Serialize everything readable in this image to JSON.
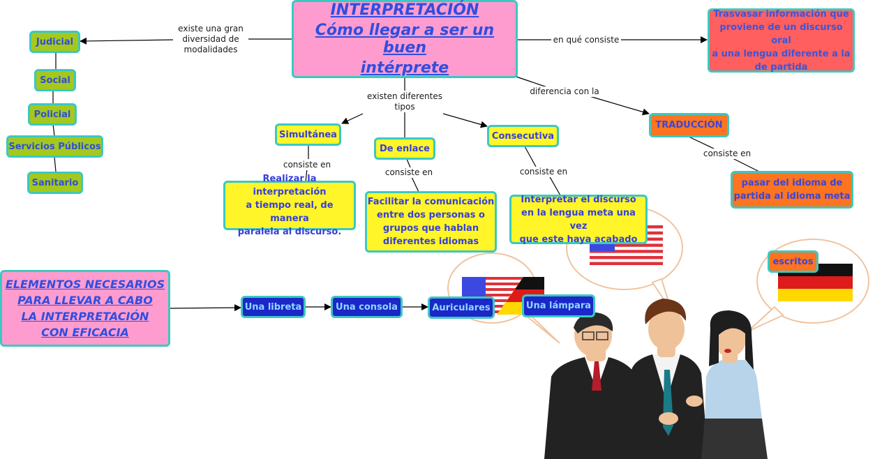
{
  "main_title": {
    "line1": "INTERPRETACIÓN",
    "line2": "Cómo llegar a ser un buen",
    "line3": "intérprete"
  },
  "elements_title": {
    "line1": "ELEMENTOS NECESARIOS",
    "line2": "PARA LLEVAR A CABO",
    "line3": "LA INTERPRETACIÓN",
    "line4": "CON EFICACIA"
  },
  "modalities": [
    "Judicial",
    "Social",
    "Policial",
    "Servicios Públicos",
    "Sanitario"
  ],
  "types": {
    "simultanea": "Simultánea",
    "enlace": "De enlace",
    "consecutiva": "Consecutiva"
  },
  "descriptions": {
    "simultanea": [
      "Realizar la interpretación",
      "a tiempo real, de manera",
      "paralela al discurso."
    ],
    "enlace": [
      "Facilitar la comunicación",
      "entre dos personas o",
      "grupos que hablan",
      "diferentes idiomas"
    ],
    "consecutiva": [
      "Interpretar el discurso",
      "en la lengua meta una vez",
      "que este haya acabado"
    ]
  },
  "definition": [
    "Trasvasar información que",
    "proviene de un discurso oral",
    "a una lengua diferente a la",
    "de partida"
  ],
  "traduccion": {
    "title": "TRADUCCIÓN",
    "desc": [
      "pasar del idioma de",
      "partida al idioma meta"
    ]
  },
  "elements": {
    "libreta": "Una libreta",
    "consola": "Una consola",
    "auriculares": "Auriculares",
    "lampara": "Una lámpara",
    "escritos": "escritos"
  },
  "edge_labels": {
    "diversidad": [
      "existe una gran",
      "diversidad de",
      "modalidades"
    ],
    "en_que_consiste": "en qué consiste",
    "existen": [
      "existen diferentes",
      "tipos"
    ],
    "diferencia": "diferencia con la",
    "consiste_en": "consiste en"
  },
  "colors": {
    "node_border": "#3cc8c0",
    "pink": "#ff9ccf",
    "green": "#a5c81e",
    "yellow": "#fff528",
    "orange": "#ff7420",
    "red": "#ff5f5f",
    "navy": "#1b27c8"
  },
  "icons": [
    "us-flag-icon",
    "german-flag-icon",
    "us-german-flag-icon",
    "business-people-illustration"
  ]
}
